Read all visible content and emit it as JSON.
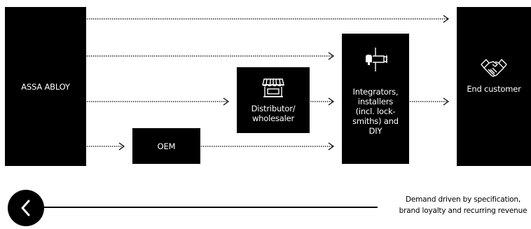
{
  "nodes": {
    "assa_abloy": "ASSA ABLOY",
    "oem": "OEM",
    "distributor": "Distributor/\nwholesaler",
    "integrators": "Integrators,\ninstallers\n(incl. lock-\nsmiths) and\nDIY",
    "end_customer": "End customer"
  },
  "icons": {
    "distributor": "storefront-icon",
    "integrators": "key-lock-icon",
    "end_customer": "handshake-icon",
    "back_button": "chevron-left-icon"
  },
  "caption": {
    "line1": "Demand driven by specification,",
    "line2": "brand loyalty and recurring revenue"
  }
}
